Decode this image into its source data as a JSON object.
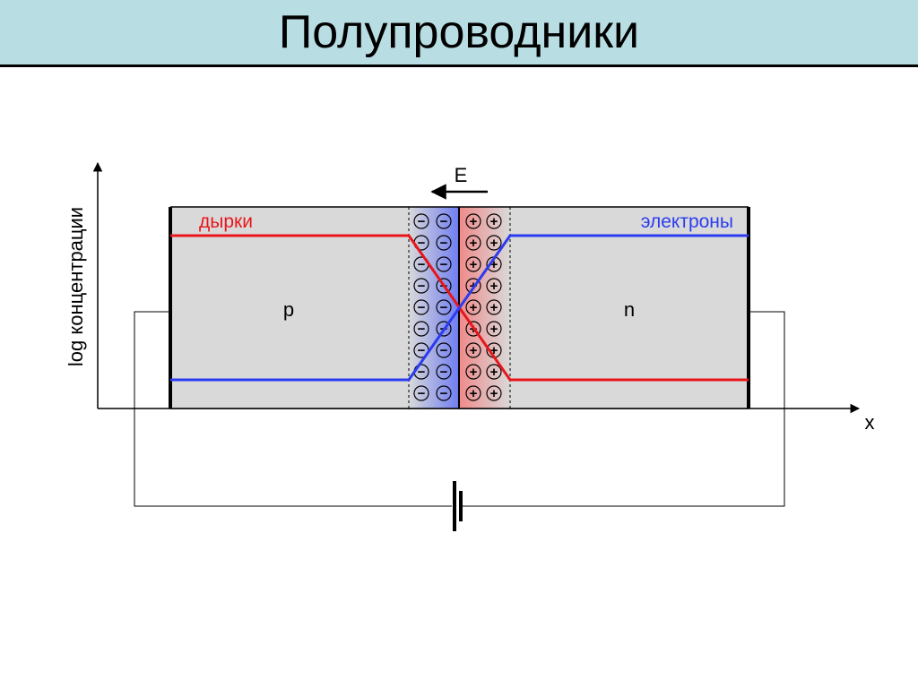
{
  "slide": {
    "title": "Полупроводники"
  },
  "diagram": {
    "y_axis_label": "log концентрации",
    "x_axis_label": "x",
    "field_label": "E",
    "p_region_label": "p",
    "n_region_label": "n",
    "holes_label": "дырки",
    "electrons_label": "электроны",
    "negative_ion_symbol": "−",
    "positive_ion_symbol": "+",
    "ion_rows": 9,
    "ion_columns_per_side": 2,
    "colors": {
      "title_background": "#b8dde2",
      "semiconductor_fill": "#d9d9d9",
      "holes_curve": "#e8161b",
      "electrons_curve": "#2b3cf0",
      "depletion_negative": "#6f7df2",
      "depletion_positive": "#f08a8a",
      "outline": "#000000"
    }
  }
}
